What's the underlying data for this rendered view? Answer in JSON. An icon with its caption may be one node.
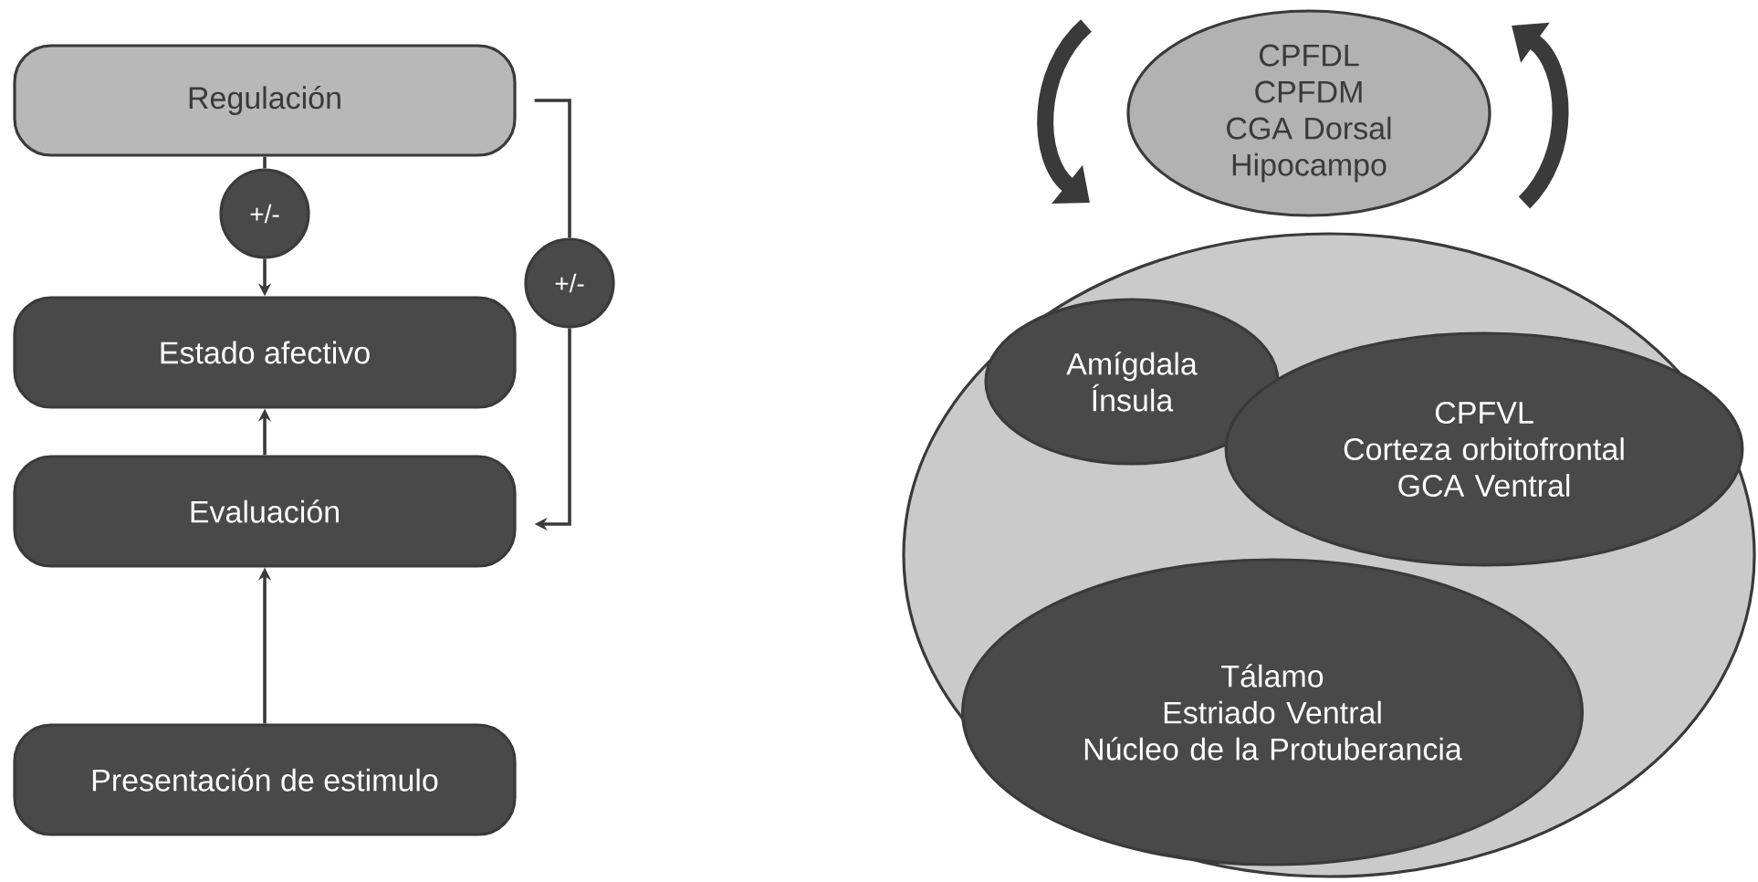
{
  "diagram": {
    "nodes": [
      {
        "text": [
          "Regulación"
        ]
      },
      {
        "text": [
          "+/-"
        ]
      },
      {
        "text": [
          "Estado afectivo"
        ]
      },
      {
        "text": [
          "Evaluación"
        ]
      },
      {
        "text": [
          "+/-"
        ]
      },
      {
        "text": [
          "Presentación de estimulo"
        ]
      },
      {
        "text": [],
        "shape": "circle"
      },
      {
        "text": [
          "CPFDL CPFDM CGA Dorsal Hipocampo"
        ]
      },
      {
        "text": [
          "Amígdala Ínsula"
        ],
        "in": 6
      },
      {
        "text": [
          "CPFVL Corteza orbitofrontal GCA Ventral"
        ],
        "in": 6
      },
      {
        "text": [
          "Tálamo Estriado Ventral Núcleo de la Protuberancia"
        ],
        "in": 6
      }
    ],
    "edges": [
      {
        "from": 0,
        "to": 1,
        "arrow": "none"
      },
      {
        "from": 1,
        "to": 2,
        "arrow": "to"
      },
      {
        "from": 3,
        "to": 2,
        "arrow": "to"
      },
      {
        "from": 5,
        "to": 3,
        "arrow": "to"
      },
      {
        "from": 0,
        "to": 4,
        "arrow": "none"
      },
      {
        "from": 4,
        "to": 3,
        "arrow": "to"
      }
    ]
  }
}
